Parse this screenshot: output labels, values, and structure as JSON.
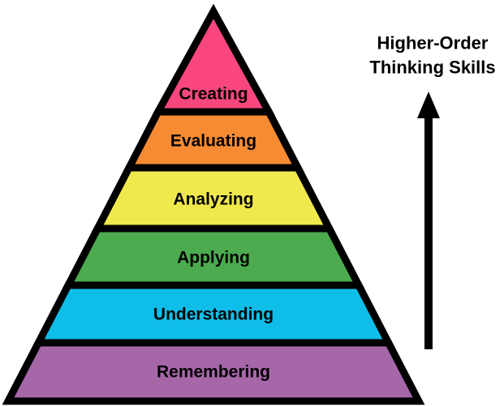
{
  "background_color": "#FFFFFF",
  "pyramid": {
    "outline_color": "#000000",
    "label_color": "#000000",
    "levels": [
      {
        "label": "Creating",
        "color": "#F9477E"
      },
      {
        "label": "Evaluating",
        "color": "#F68B33"
      },
      {
        "label": "Analyzing",
        "color": "#EFE94D"
      },
      {
        "label": "Applying",
        "color": "#4CAB4F"
      },
      {
        "label": "Understanding",
        "color": "#0FBEE8"
      },
      {
        "label": "Remembering",
        "color": "#A667A9"
      }
    ]
  },
  "annotation": {
    "line1": "Higher-Order",
    "line2": "Thinking Skills",
    "text_color": "#000000",
    "arrow_icon": "up-arrow",
    "arrow_color": "#000000",
    "arrow_direction": "up"
  }
}
